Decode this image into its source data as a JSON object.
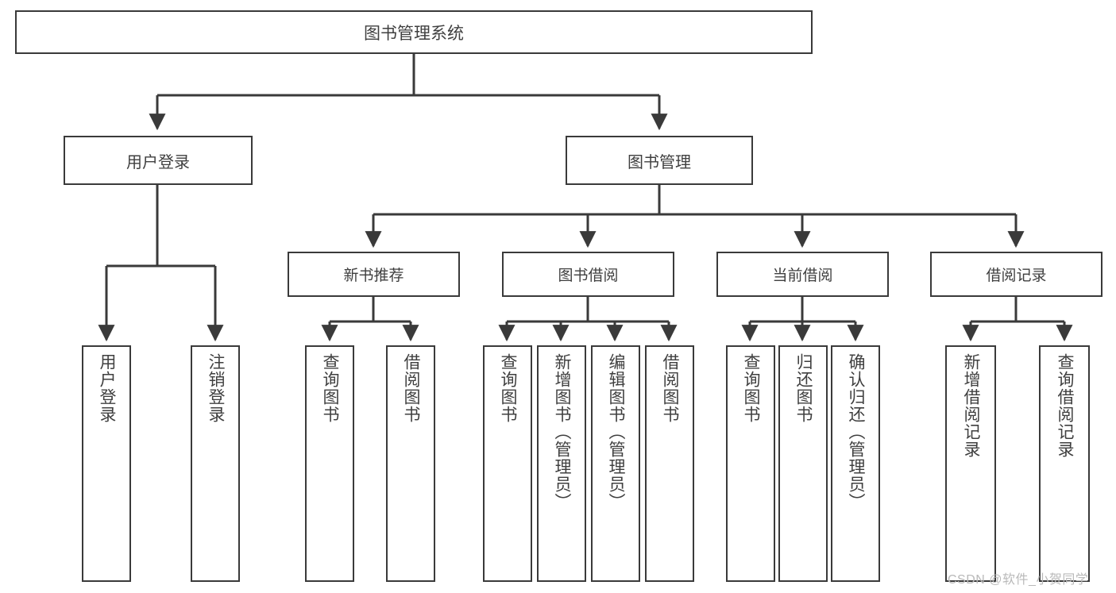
{
  "diagram": {
    "title": "图书管理系统",
    "type": "tree-hierarchy-diagram",
    "style": {
      "box_border": "#3a3a3a",
      "box_fill": "#ffffff",
      "text": "#3f3f3f",
      "connector": "#3a3a3a",
      "background": "#ffffff",
      "watermark": "#b9b9b9"
    },
    "root": {
      "label": "图书管理系统"
    },
    "tier1": [
      {
        "label": "用户登录"
      },
      {
        "label": "图书管理"
      }
    ],
    "tier2": [
      {
        "label": "新书推荐"
      },
      {
        "label": "图书借阅"
      },
      {
        "label": "当前借阅"
      },
      {
        "label": "借阅记录"
      }
    ],
    "leaves": {
      "user_login": [
        {
          "label": "用户登录"
        },
        {
          "label": "注销登录"
        }
      ],
      "new_book_recommend": [
        {
          "label": "查询图书"
        },
        {
          "label": "借阅图书"
        }
      ],
      "book_borrow": [
        {
          "label": "查询图书"
        },
        {
          "label": "新增图书（管理员）"
        },
        {
          "label": "编辑图书（管理员）"
        },
        {
          "label": "借阅图书"
        }
      ],
      "current_borrow": [
        {
          "label": "查询图书"
        },
        {
          "label": "归还图书"
        },
        {
          "label": "确认归还（管理员）"
        }
      ],
      "borrow_record": [
        {
          "label": "新增借阅记录"
        },
        {
          "label": "查询借阅记录"
        }
      ]
    },
    "watermark": "CSDN @软件_小贺同学"
  }
}
